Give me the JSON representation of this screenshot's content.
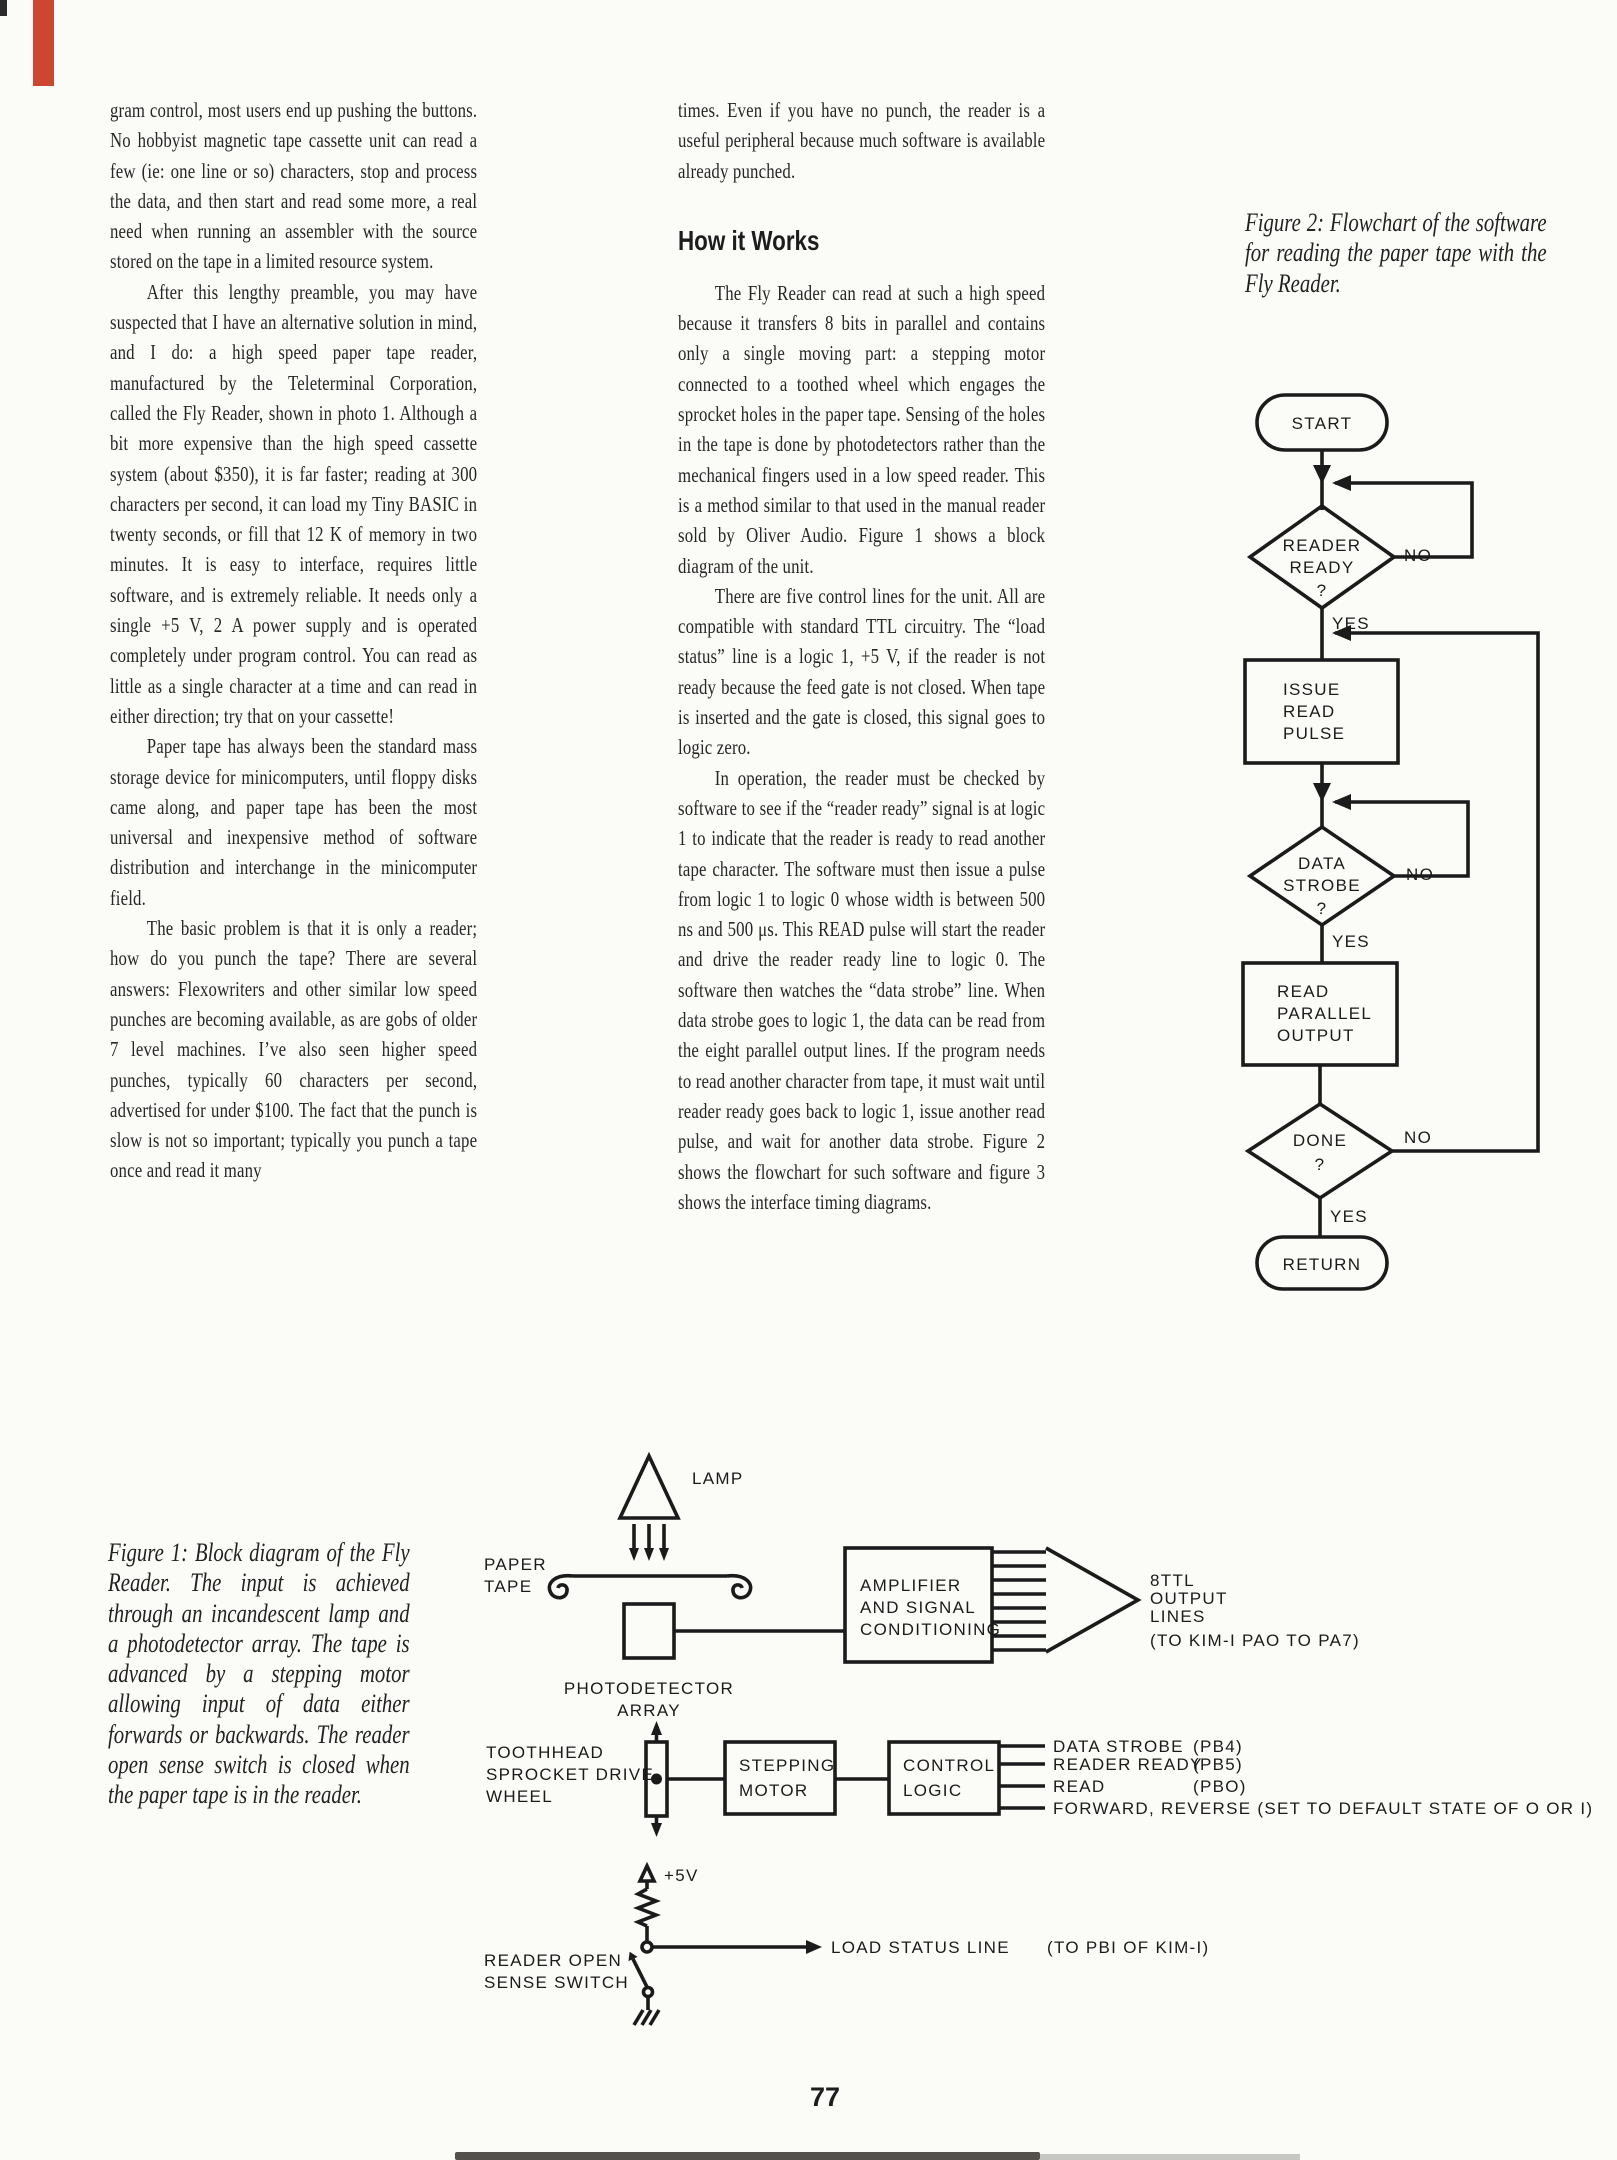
{
  "page": {
    "number": "77"
  },
  "columns": {
    "left": {
      "p1": "gram control, most users end up pushing the buttons. No hobbyist magnetic tape cassette unit can read a few (ie: one line or so) characters, stop and process the data, and then start and read some more, a real need when running an assembler with the source stored on the tape in a limited resource system.",
      "p2": "After this lengthy preamble, you may have suspected that I have an alternative solution in mind, and I do: a high speed paper tape reader, manufactured by the Teleterminal Corporation, called the Fly Reader, shown in photo 1. Although a bit more expensive than the high speed cassette system (about $350), it is far faster; reading at 300 characters per second, it can load my Tiny BASIC in twenty seconds, or fill that 12 K of memory in two minutes. It is easy to interface, requires little software, and is extremely reliable. It needs only a single +5 V, 2 A power supply and is operated completely under program control. You can read as little as a single character at a time and can read in either direction; try that on your cassette!",
      "p3": "Paper tape has always been the standard mass storage device for minicomputers, until floppy disks came along, and paper tape has been the most universal and inexpensive method of software distribution and interchange in the minicomputer field.",
      "p4": "The basic problem is that it is only a reader; how do you punch the tape? There are several answers: Flexowriters and other similar low speed punches are becoming available, as are gobs of older 7 level machines. I’ve also seen higher speed punches, typically 60 characters per second, advertised for under $100. The fact that the punch is slow is not so important; typically you punch a tape once and read it many"
    },
    "right": {
      "p0": "times. Even if you have no punch, the reader is a useful peripheral because much software is available already punched.",
      "heading": "How it Works",
      "p1": "The Fly Reader can read at such a high speed because it transfers 8 bits in parallel and contains only a single moving part: a stepping motor connected to a toothed wheel which engages the sprocket holes in the paper tape. Sensing of the holes in the tape is done by photodetectors rather than the mechanical fingers used in a low speed reader. This is a method similar to that used in the manual reader sold by Oliver Audio. Figure 1 shows a block diagram of the unit.",
      "p2": "There are five control lines for the unit. All are compatible with standard TTL circuitry. The “load status” line is a logic 1, +5 V, if the reader is not ready because the feed gate is not closed. When tape is inserted and the gate is closed, this signal goes to logic zero.",
      "p3": "In operation, the reader must be checked by software to see if the “reader ready” signal is at logic 1 to indicate that the reader is ready to read another tape character. The software must then issue a pulse from logic 1 to logic 0 whose width is between 500 ns and 500 μs. This READ pulse will start the reader and drive the reader ready line to logic 0. The software then watches the “data strobe” line. When data strobe goes to logic 1, the data can be read from the eight parallel output lines. If the program needs to read another character from tape, it must wait until reader ready goes back to logic 1, issue another read pulse, and wait for another data strobe. Figure 2 shows the flowchart for such software and figure 3 shows the interface timing diagrams."
    }
  },
  "figure2": {
    "caption": "Figure 2: Flowchart of the software for reading the paper tape with the Fly Reader.",
    "start": "START",
    "reader_ready": [
      "READER",
      "READY",
      "?"
    ],
    "issue_read_pulse": [
      "ISSUE",
      "READ",
      "PULSE"
    ],
    "data_strobe": [
      "DATA",
      "STROBE",
      "?"
    ],
    "read_parallel_output": [
      "READ",
      "PARALLEL",
      "OUTPUT"
    ],
    "done": [
      "DONE",
      "?"
    ],
    "return_label": "RETURN",
    "yes": "YES",
    "no": "NO"
  },
  "figure1": {
    "caption": "Figure 1: Block diagram of the Fly Reader. The input is achieved through an incandescent lamp and a photodetector array. The tape is advanced by a stepping motor allowing input of data either forwards or backwards. The reader open sense switch is closed when the paper tape is in the reader.",
    "lamp": "LAMP",
    "paper_tape": [
      "PAPER",
      "TAPE"
    ],
    "photodetector_array": [
      "PHOTODETECTOR",
      "ARRAY"
    ],
    "amplifier": [
      "AMPLIFIER",
      "AND SIGNAL",
      "CONDITIONING"
    ],
    "ttl_output": [
      "8TTL",
      "OUTPUT",
      "LINES",
      "(TO KIM-I PAO TO PA7)"
    ],
    "toothhead": [
      "TOOTHHEAD",
      "SPROCKET DRIVE",
      "WHEEL"
    ],
    "stepping_motor": [
      "STEPPING",
      "MOTOR"
    ],
    "control_logic": [
      "CONTROL",
      "LOGIC"
    ],
    "outputs": [
      {
        "name": "DATA STROBE",
        "pin": "(PB4)"
      },
      {
        "name": "READER READY",
        "pin": "(PB5)"
      },
      {
        "name": "READ",
        "pin": "(PBO)"
      },
      {
        "name": "FORWARD, REVERSE (SET TO DEFAULT STATE OF O OR I)",
        "pin": ""
      }
    ],
    "plus5v": "+5V",
    "reader_open_switch": [
      "READER OPEN",
      "SENSE SWITCH"
    ],
    "load_status": "LOAD STATUS LINE",
    "load_status_dest": "(TO PBI OF KIM-I)"
  }
}
